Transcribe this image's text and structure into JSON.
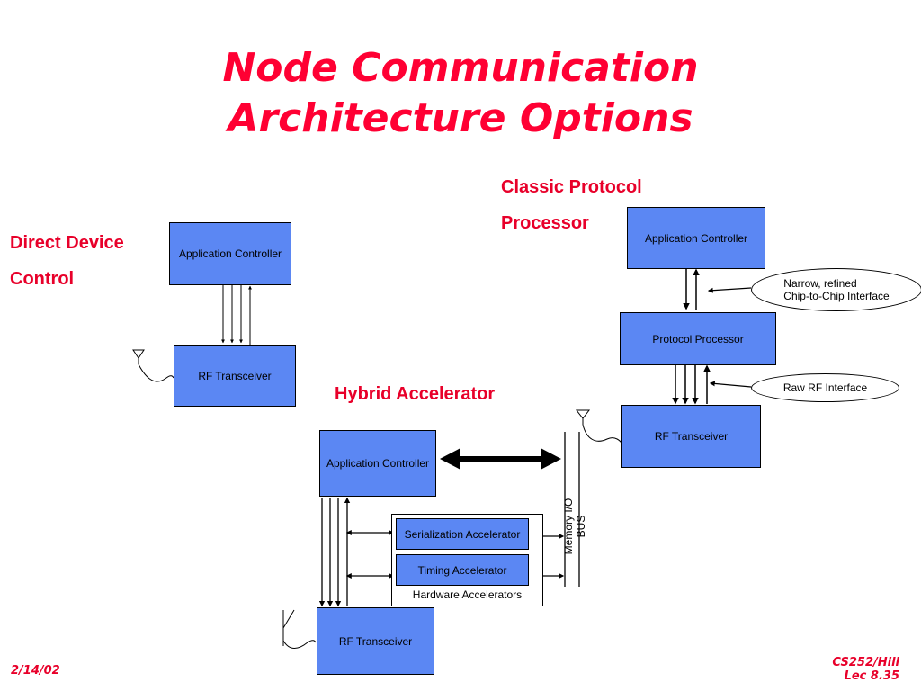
{
  "slide": {
    "title_line1": "Node Communication",
    "title_line2": "Architecture Options",
    "footer_date": "2/14/02",
    "footer_course": "CS252/Hill",
    "footer_lecture": "Lec 8.35"
  },
  "direct_device": {
    "label_line1": "Direct Device",
    "label_line2": "Control",
    "app_controller": "Application Controller",
    "rf_transceiver": "RF Transceiver"
  },
  "classic_protocol": {
    "label_line1": "Classic Protocol",
    "label_line2": "Processor",
    "app_controller": "Application Controller",
    "protocol_processor": "Protocol Processor",
    "rf_transceiver": "RF Transceiver",
    "callout_narrow_line1": "Narrow, refined",
    "callout_narrow_line2": "Chip-to-Chip Interface",
    "callout_raw": "Raw RF Interface"
  },
  "hybrid": {
    "label": "Hybrid Accelerator",
    "app_controller": "Application Controller",
    "serialization": "Serialization Accelerator",
    "timing": "Timing Accelerator",
    "hw_accelerators": "Hardware Accelerators",
    "rf_transceiver": "RF Transceiver",
    "bus_line1": "Memory I/O",
    "bus_line2": "BUS"
  },
  "colors": {
    "title": "#ff0033",
    "box_fill": "#5b87f3"
  }
}
